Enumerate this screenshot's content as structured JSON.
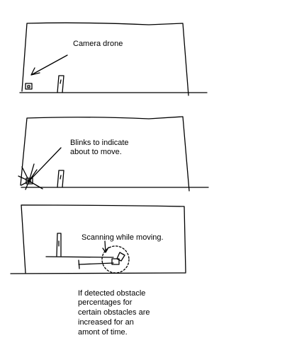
{
  "panels": [
    {
      "caption": "Camera drone"
    },
    {
      "caption_lines": [
        "Blinks to indicate",
        "about to move."
      ]
    },
    {
      "caption": "Scanning while moving."
    }
  ],
  "note_lines": [
    "If detected obstacle",
    "percentages for",
    "certain obstacles are",
    "increased for an",
    "amont of time."
  ]
}
